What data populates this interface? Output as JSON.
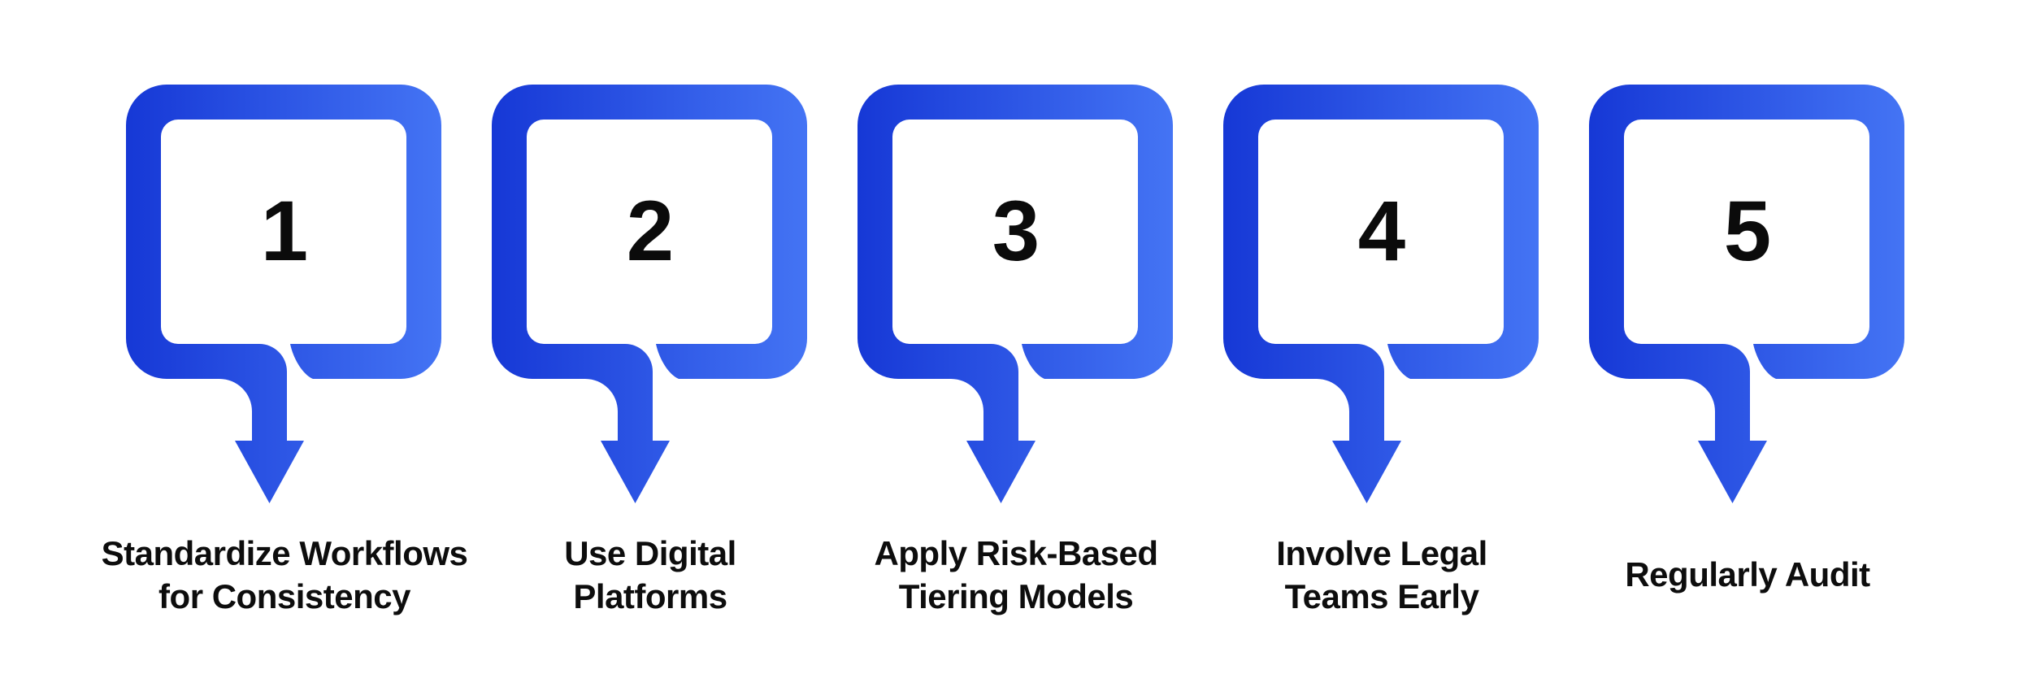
{
  "figure": {
    "description": "Five numbered speech-bubble boxes with downward arrows and step labels"
  },
  "colors": {
    "gradient_start": "#1638d6",
    "gradient_end": "#4474f4",
    "text": "#0d0d0d",
    "background": "#ffffff"
  },
  "steps": [
    {
      "number": "1",
      "lines": [
        "Standardize Workflows",
        "for Consistency"
      ]
    },
    {
      "number": "2",
      "lines": [
        "Use Digital",
        "Platforms"
      ]
    },
    {
      "number": "3",
      "lines": [
        "Apply Risk-Based",
        "Tiering Models"
      ]
    },
    {
      "number": "4",
      "lines": [
        "Involve Legal",
        "Teams Early"
      ]
    },
    {
      "number": "5",
      "lines": [
        "Regularly Audit"
      ]
    }
  ]
}
